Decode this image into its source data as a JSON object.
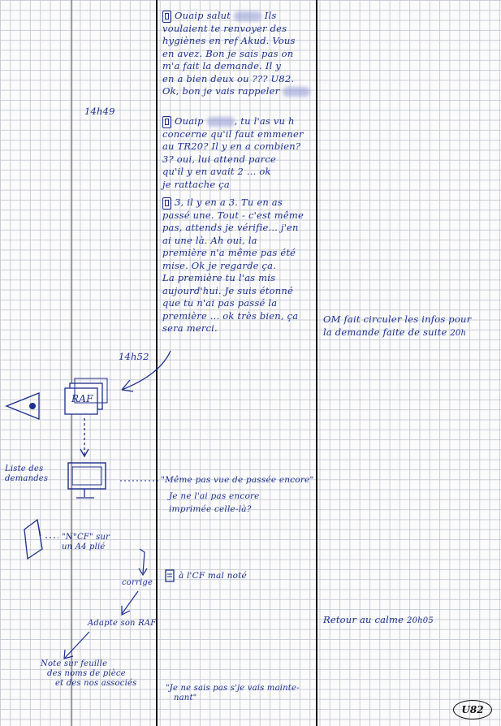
{
  "times": {
    "t1": "14h49",
    "t2": "14h52",
    "t3": "20h",
    "t4": "20h05"
  },
  "calls": [
    {
      "lines": [
        "Ouaip salut",
        "Ils",
        "voulaient te renvoyer des",
        "hygiènes en ref Akud. Vous",
        "en avez. Bon je sais pas on",
        "m'a fait la demande. Il y",
        "en a bien deux ou ??? U82.",
        "Ok, bon je vais rappeler"
      ]
    },
    {
      "lines": [
        "Ouaip",
        ", tu l'as vu h",
        "concerne qu'il faut emmener",
        "au TR20? Il y en a combien?",
        "3? oui, lui attend parce",
        "qu'il y en avait 2 ... ok",
        "je rattache ça"
      ]
    },
    {
      "lines": [
        "3, il y en a 3. Tu en as",
        "passé une. Tout - c'est même",
        "pas, attends je vérifie... j'en",
        "ai une là. Ah oui, la",
        "première n'a même pas été",
        "mise. Ok je regarde ça.",
        "La première tu l'as mis",
        "aujourd'hui. Je suis étonné",
        "que tu n'ai pas passé la",
        "première ... ok très bien, ça",
        "sera merci."
      ]
    }
  ],
  "om_note": [
    "OM fait circuler les infos pour",
    "la demande faite de suite"
  ],
  "raf_label": "RAF",
  "liste_label": [
    "Liste des",
    "demandes"
  ],
  "quote_pas_vue": "\"Même pas vue de passée encore\"",
  "quote_imprime": [
    "Je ne l'ai pas encore",
    "imprimée celle-là?"
  ],
  "ncf_label": [
    "\"N°CF\" sur",
    "un A4 plié"
  ],
  "corrige": "corrige",
  "ncf_mal_note": "à l'CF mal noté",
  "adapte": "Adapte son RAF",
  "retour_calme": "Retour au calme",
  "note_feuille": [
    "Note sur feuille",
    "des noms de pièce",
    "et des nos associés"
  ],
  "quote_final": [
    "\"Je ne sais pas s'je vais mainte-",
    "nant\""
  ],
  "logo": "U82"
}
